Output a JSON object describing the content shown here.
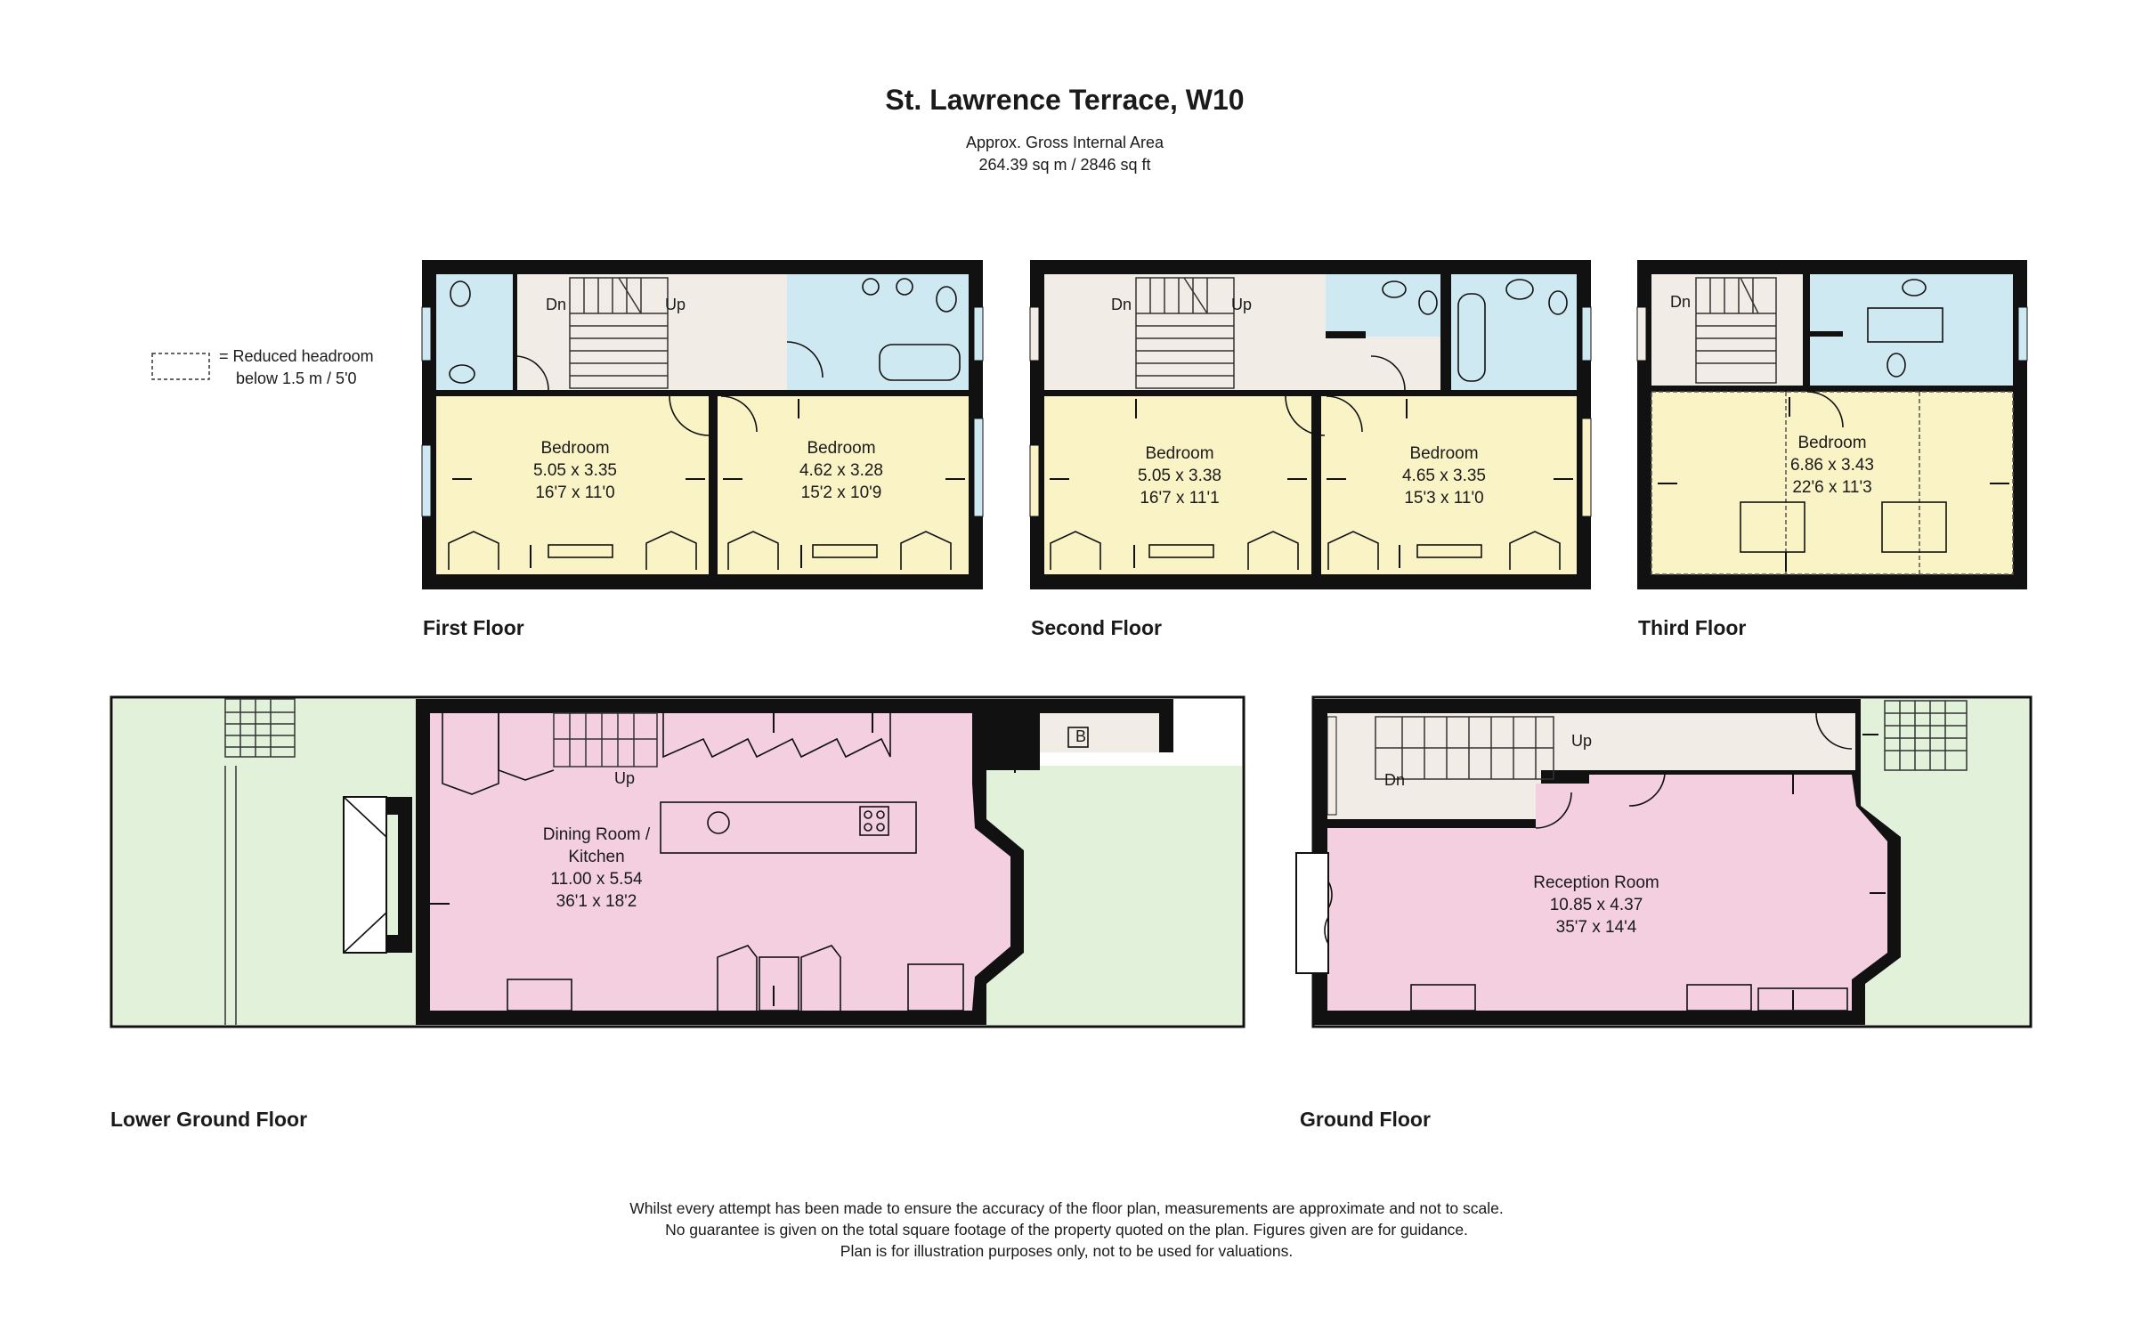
{
  "header": {
    "title": "St. Lawrence Terrace, W10",
    "area_label": "Approx. Gross Internal Area",
    "area_value": "264.39 sq m / 2846 sq ft"
  },
  "legend": {
    "line1": "= Reduced headroom",
    "line2": "below 1.5 m / 5'0"
  },
  "floors": {
    "first": {
      "label": "First Floor",
      "stairs_down": "Dn",
      "stairs_up": "Up",
      "rooms": [
        {
          "name": "Bedroom",
          "metric": "5.05 x 3.35",
          "imperial": "16'7 x 11'0"
        },
        {
          "name": "Bedroom",
          "metric": "4.62 x 3.28",
          "imperial": "15'2 x 10'9"
        }
      ]
    },
    "second": {
      "label": "Second Floor",
      "stairs_down": "Dn",
      "stairs_up": "Up",
      "rooms": [
        {
          "name": "Bedroom",
          "metric": "5.05 x 3.38",
          "imperial": "16'7 x 11'1"
        },
        {
          "name": "Bedroom",
          "metric": "4.65 x 3.35",
          "imperial": "15'3 x 11'0"
        }
      ]
    },
    "third": {
      "label": "Third Floor",
      "stairs_down": "Dn",
      "rooms": [
        {
          "name": "Bedroom",
          "metric": "6.86 x 3.43",
          "imperial": "22'6 x 11'3"
        }
      ]
    },
    "lower_ground": {
      "label": "Lower Ground Floor",
      "stairs_up": "Up",
      "boiler": "B",
      "rooms": [
        {
          "name_line1": "Dining Room /",
          "name_line2": "Kitchen",
          "metric": "11.00 x 5.54",
          "imperial": "36'1 x 18'2"
        }
      ]
    },
    "ground": {
      "label": "Ground Floor",
      "stairs_up": "Up",
      "stairs_down": "Dn",
      "rooms": [
        {
          "name": "Reception Room",
          "metric": "10.85 x 4.37",
          "imperial": "35'7 x 14'4"
        }
      ]
    }
  },
  "disclaimer": {
    "line1": "Whilst every attempt has been made to ensure the accuracy of the floor plan, measurements are approximate and not to scale.",
    "line2": "No guarantee is given on the total square footage of the property quoted on the plan. Figures given are for guidance.",
    "line3": "Plan is for illustration purposes only, not to be used for valuations."
  },
  "colors": {
    "bedroom": "#faf3c6",
    "bathroom": "#cfe9f2",
    "landing": "#f1ece6",
    "reception": "#f3cfe0",
    "garden": "#e1f1da",
    "wall": "#111111"
  }
}
